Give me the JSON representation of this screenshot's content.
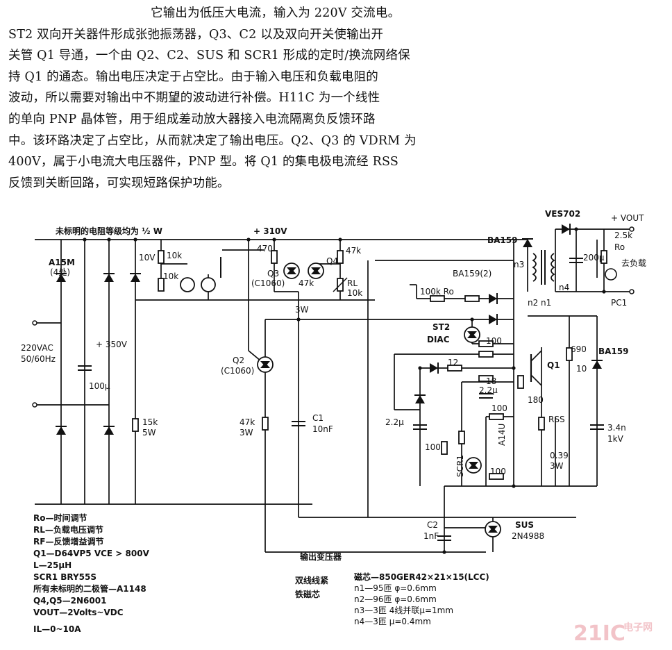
{
  "paragraph": [
    "它输出为低压大电流，输入为 220V 交流电。",
    "ST2 双向开关器件形成张弛振荡器，Q3、C2 以及双向开关使输出开",
    "关管 Q1 导通，一个由 Q2、C2、SUS 和 SCR1 形成的定时/换流网络保",
    "持 Q1 的通态。输出电压决定于占空比。由于输入电压和负载电阻的",
    "波动，所以需要对输出中不期望的波动进行补偿。H11C 为一个线性",
    "的单向 PNP 晶体管，用于组成差动放大器接入电流隔离负反馈环路",
    "中。该环路决定了占空比，从而就决定了输出电压。Q2、Q3 的 VDRM 为",
    "400V，属于小电流大电压器件，PNP 型。将 Q1 的集电极电流经 RSS",
    "反馈到关断回路，可实现短路保护功能。"
  ],
  "diagram": {
    "top_note": "未标明的电阻等级均为 ½ W",
    "supply": "+ 310V",
    "labels": {
      "a15m": "A15M",
      "a15m_count": "(4处)",
      "ac_in": "220VAC",
      "ac_freq": "50/60Hz",
      "cap_350v": "+ 350V",
      "cap_100u": "100μ",
      "zener_10v": "10V",
      "r_10k_a": "10k",
      "r_10k_b": "10k",
      "r_470": "470",
      "r_47k_a": "47k",
      "r_47k_b": "47k",
      "q3": "Q3",
      "q3_part": "(C1060)",
      "q4": "Q4",
      "rl": "RL",
      "rl_val": "10k",
      "r_3w": "3W",
      "q2": "Q2",
      "q2_part": "(C1060)",
      "r_15k": "15k",
      "r_5w": "5W",
      "r_47k_3w": "47k",
      "r_47k_3w_b": "3W",
      "c1": "C1",
      "c1_val": "10nF",
      "ba159_top": "BA159",
      "ba159_2": "BA159(2)",
      "r_100k_ro": "100k Ro",
      "ves702": "VES702",
      "vout": "+ VOUT",
      "n3": "n3",
      "n4": "n4",
      "n2n1": "n2 n1",
      "cap_200u": "200μ",
      "r_2_5k": "2.5k",
      "ro": "Ro",
      "to_load": "去负载",
      "pc1": "PC1",
      "st2": "ST2",
      "diac": "DIAC",
      "r_100_a": "100",
      "r_12": "12",
      "r_18": "18",
      "c_2_2u_a": "2.2μ",
      "r_100_b": "100",
      "r_180": "180",
      "rss": "RSS",
      "rss_val": "0.39",
      "rss_w": "3W",
      "q1": "Q1",
      "r_690": "690",
      "r_10": "10",
      "ba159_right": "BA159",
      "c_3_4n": "3.4n",
      "c_1kv": "1kV",
      "c_2_2u_b": "2.2μ",
      "r_100_c": "100",
      "scr1": "SCR1",
      "a14u": "A14U",
      "r_100_d": "100",
      "c2": "C2",
      "c2_val": "1nF",
      "sus": "SUS",
      "sus_part": "2N4988"
    },
    "legend": [
      "Ro—时间调节",
      "RL—负载电压调节",
      "RF—反馈增益调节",
      "Q1—D64VP5     VCE > 800V",
      "L—25μH",
      "SCR1 BRY55S",
      "所有未标明的二极管—A1148",
      "Q4,Q5—2N6001",
      "VOUT—2Volts~VDC",
      "IL—0~10A"
    ],
    "transformer": {
      "title": "输出变压器",
      "winding": "双线线紧",
      "core_note": "铁磁芯",
      "lines": [
        "磁芯—850GER42×21×15(LCC)",
        "n1—95匝 φ=0.6mm",
        "n2—96匝 φ=0.6mm",
        "n3—3匝 4线并联μ=1mm",
        "n4—3匝 μ=0.4mm"
      ]
    },
    "watermark": {
      "brand": "21IC",
      "sub": "电子网"
    }
  }
}
